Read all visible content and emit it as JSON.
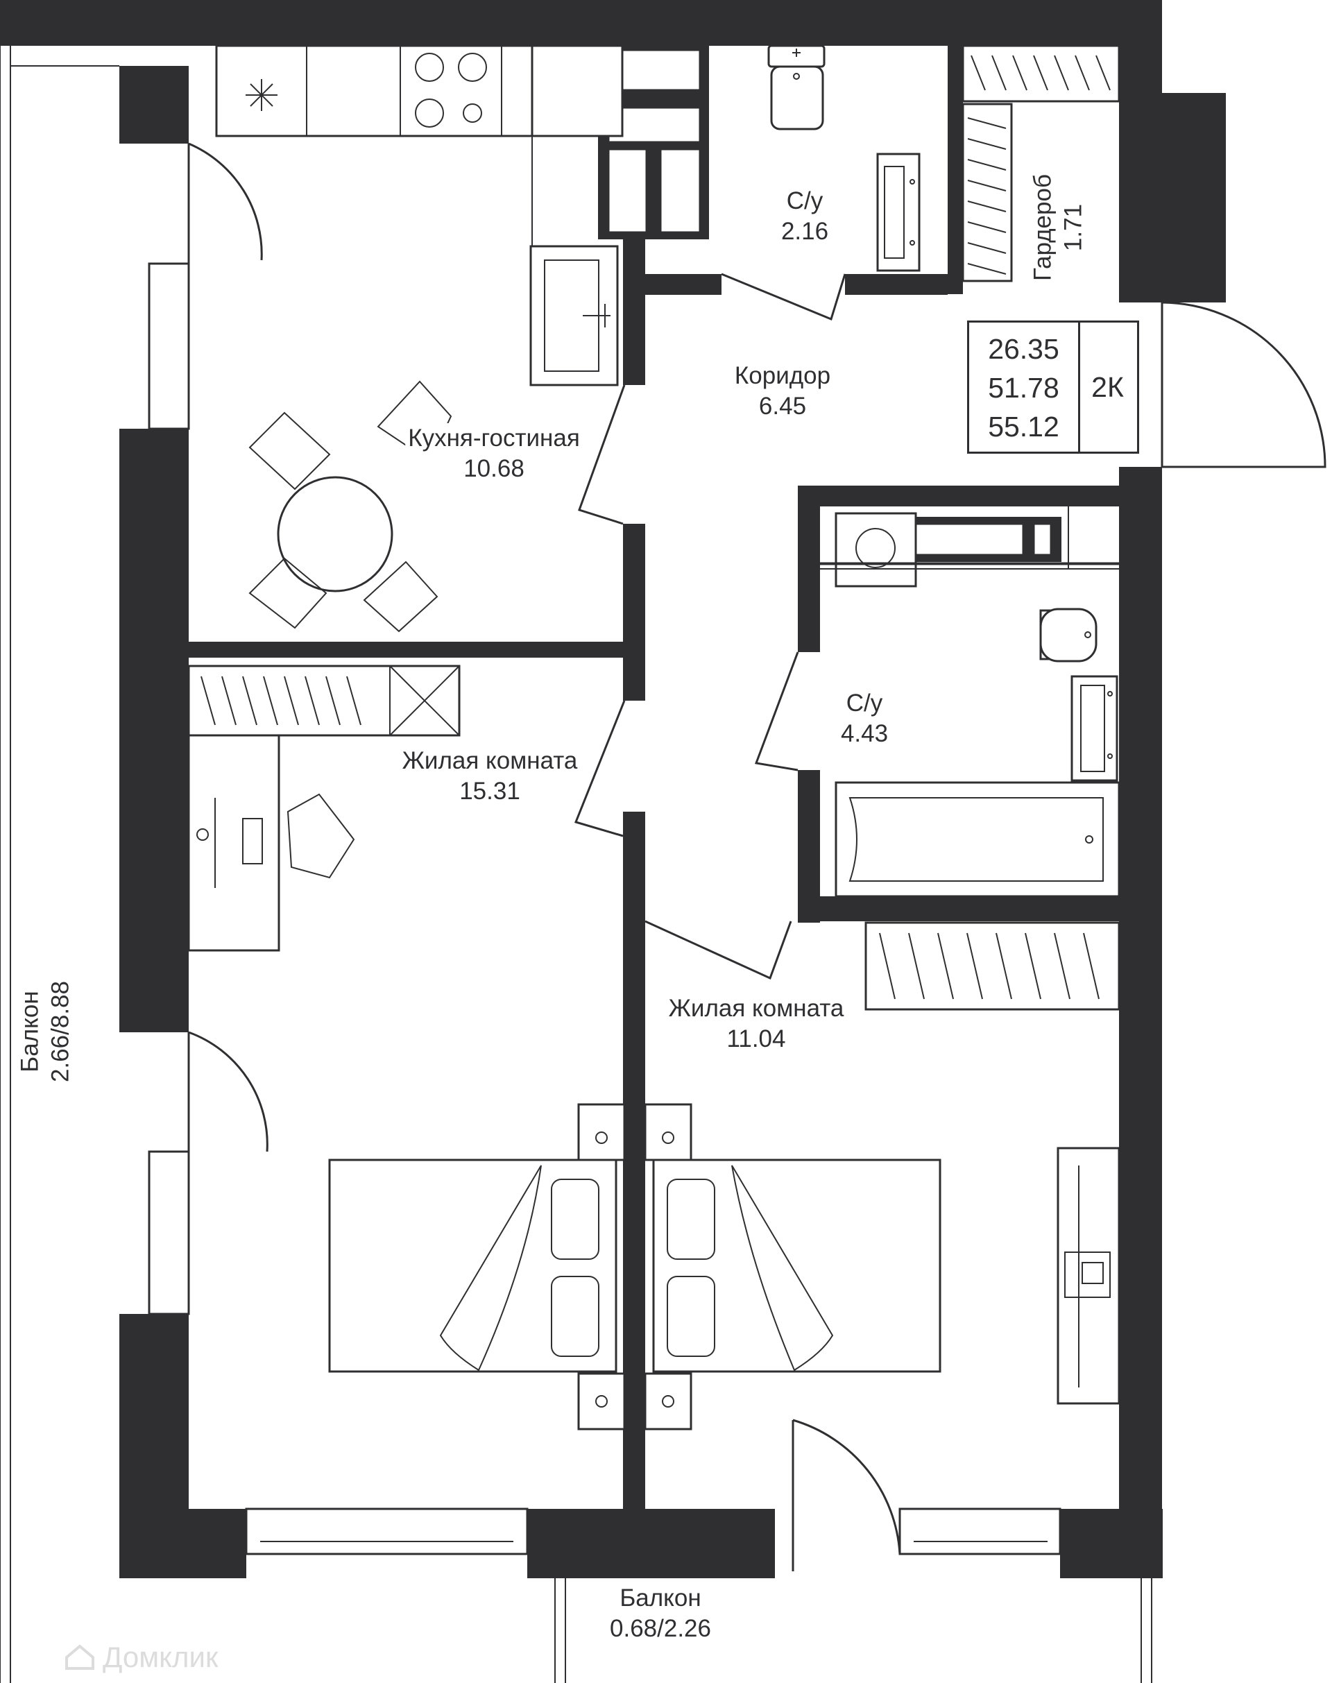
{
  "rooms": {
    "kitchen": {
      "name": "Кухня-гостиная",
      "area": "10.68"
    },
    "bathroom_small": {
      "name": "С/у",
      "area": "2.16"
    },
    "wardrobe": {
      "name": "Гардероб",
      "area": "1.71"
    },
    "corridor": {
      "name": "Коридор",
      "area": "6.45"
    },
    "bathroom_large": {
      "name": "С/у",
      "area": "4.43"
    },
    "living_room_1": {
      "name": "Жилая комната",
      "area": "15.31"
    },
    "living_room_2": {
      "name": "Жилая комната",
      "area": "11.04"
    },
    "balcony_west": {
      "name": "Балкон",
      "area": "2.66/8.88"
    },
    "balcony_south": {
      "name": "Балкон",
      "area": "0.68/2.26"
    }
  },
  "summary": {
    "living_area": "26.35",
    "total_area": "51.78",
    "total_area_with_balconies": "55.12",
    "type": "2К"
  },
  "watermark": {
    "text": "Домклик",
    "icon": "house-icon"
  },
  "colors": {
    "wall": "#2f2f31",
    "background": "#ffffff",
    "watermark": "#dcdcdc"
  }
}
